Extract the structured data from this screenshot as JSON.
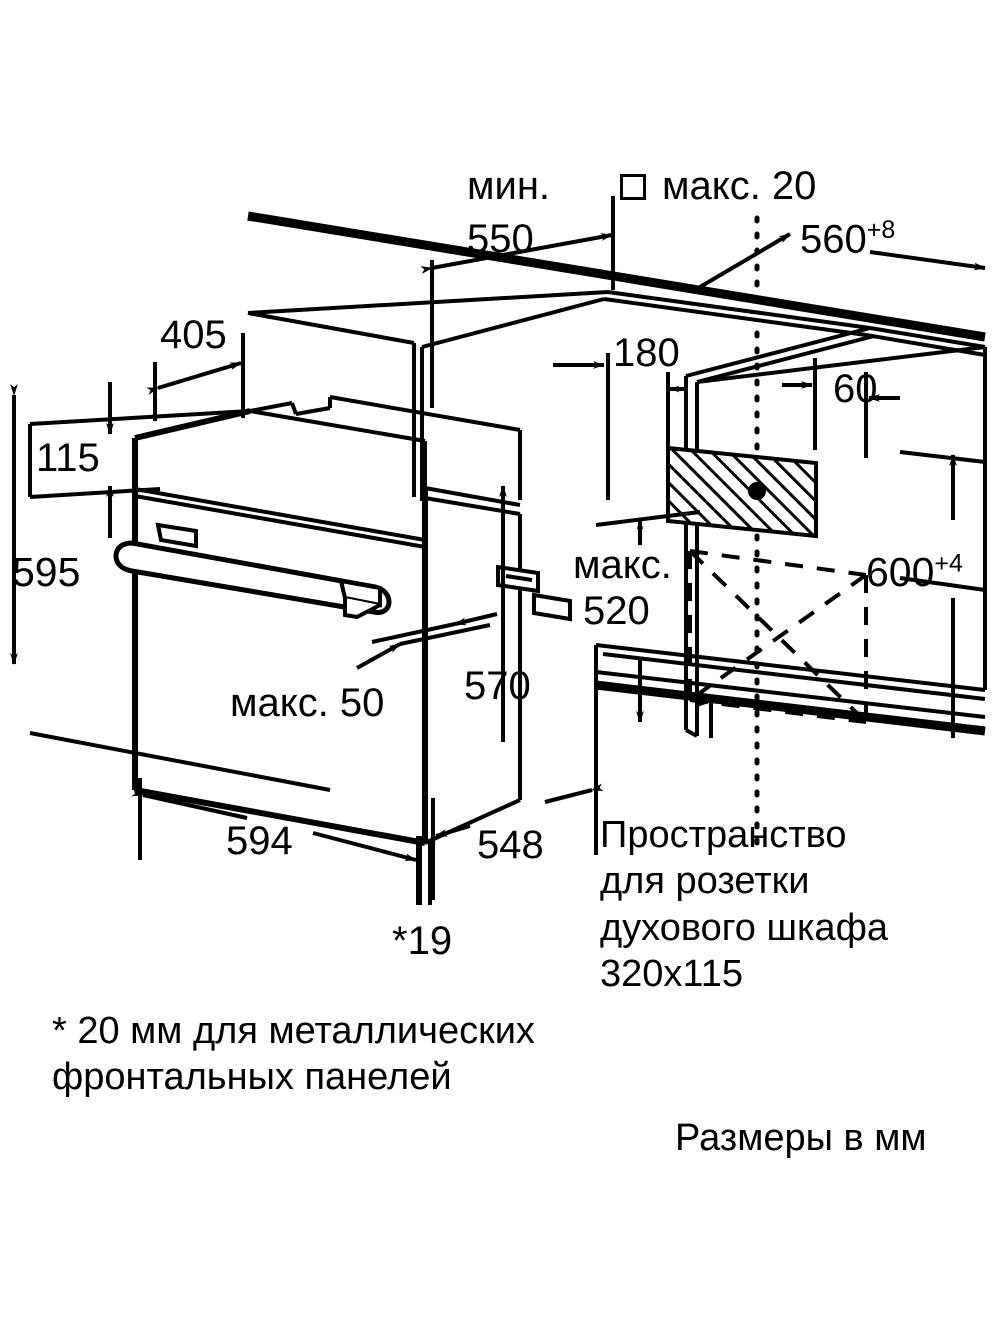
{
  "diagram": {
    "title": "Built-in oven installation dimensions",
    "units_note": "Размеры в мм",
    "footnote": "* 20 мм для металлических\nфронтальных панелей",
    "socket_note": "Пространство\nдля розетки\nдухового шкафа\n320x115",
    "colors": {
      "line": "#000000",
      "background": "#ffffff"
    },
    "labels": {
      "min_prefix": "мин.",
      "max_prefix": "макс.",
      "min_550_a": "мин.",
      "min_550_b": "550",
      "max_20": "макс. 20",
      "d_560": "560",
      "d_560_tol": "+8",
      "d_405": "405",
      "d_180": "180",
      "d_60": "60",
      "d_115": "115",
      "d_595": "595",
      "d_570": "570",
      "d_600": "600",
      "d_600_tol": "+4",
      "max_520_a": "макс.",
      "max_520_b": "520",
      "max_50": "макс. 50",
      "d_594": "594",
      "d_548": "548",
      "d_19": "*19",
      "square_icon": "square-icon"
    }
  },
  "chart_data": {
    "type": "table",
    "title": "Built-in oven niche dimensions (mm)",
    "categories": [
      "мин. 550",
      "макс. 20",
      "560+8",
      "405",
      "180",
      "60",
      "115",
      "595",
      "570",
      "600+4",
      "макс. 520",
      "макс. 50",
      "594",
      "548",
      "*19",
      "320x115"
    ],
    "values": [
      550,
      20,
      560,
      405,
      180,
      60,
      115,
      595,
      570,
      600,
      520,
      50,
      594,
      548,
      19,
      320
    ],
    "xlabel": "",
    "ylabel": "мм",
    "annotations": [
      "Размеры в мм",
      "* 20 мм для металлических фронтальных панелей",
      "Пространство для розетки духового шкафа 320x115"
    ]
  }
}
